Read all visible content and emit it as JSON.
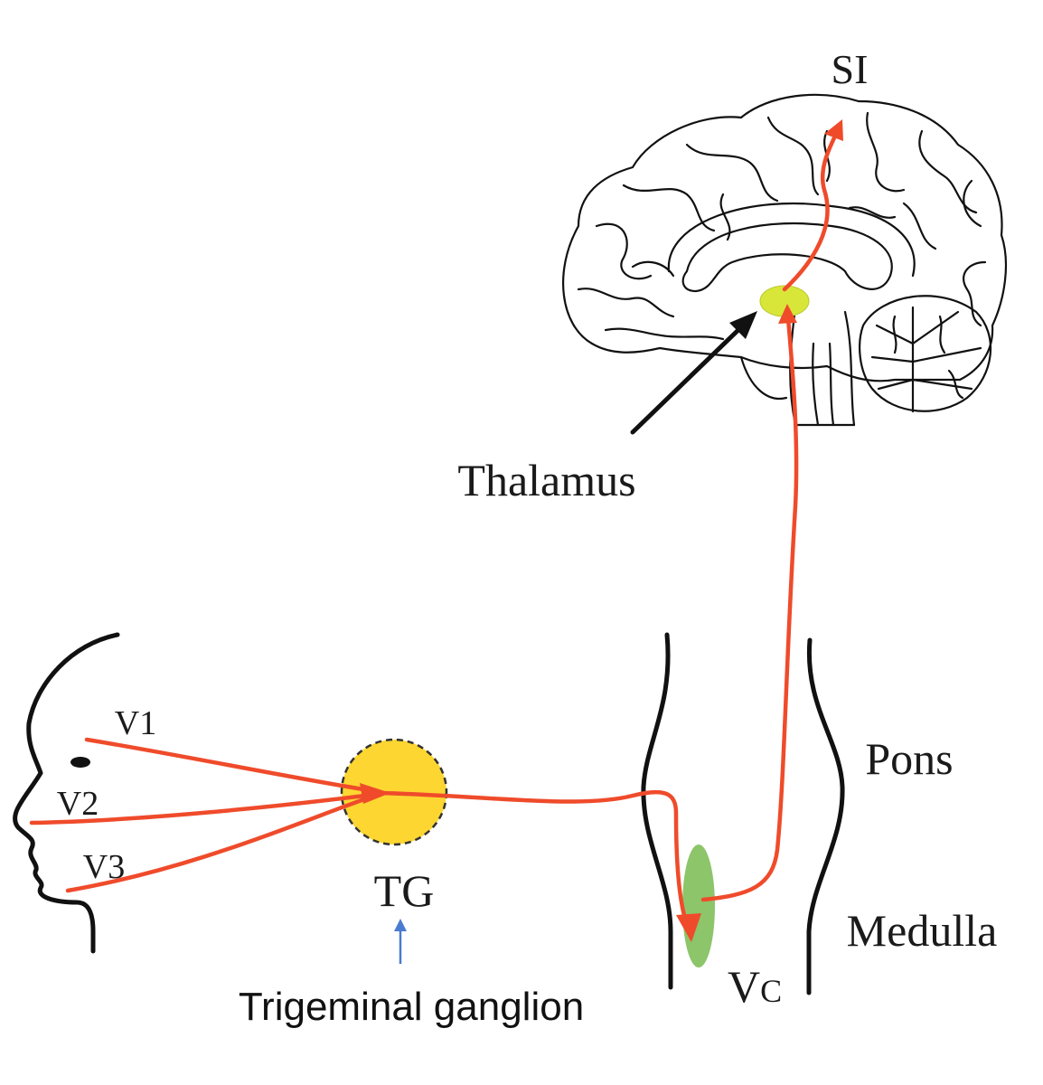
{
  "labels": {
    "si": "SI",
    "thalamus": "Thalamus",
    "pons": "Pons",
    "medulla": "Medulla",
    "vc_main": "V",
    "vc_sub": "C",
    "tg": "TG",
    "v1": "V1",
    "v2": "V2",
    "v3": "V3",
    "trigeminal_ganglion": "Trigeminal ganglion"
  },
  "colors": {
    "pathway": "#ef4b2b",
    "ganglion": "#fdd632",
    "thalamus_nucleus": "#d8e63a",
    "vc_nucleus": "#8cc56a",
    "pointer_arrow": "#111111",
    "tg_arrow": "#4a7bd0",
    "outline": "#111111"
  }
}
